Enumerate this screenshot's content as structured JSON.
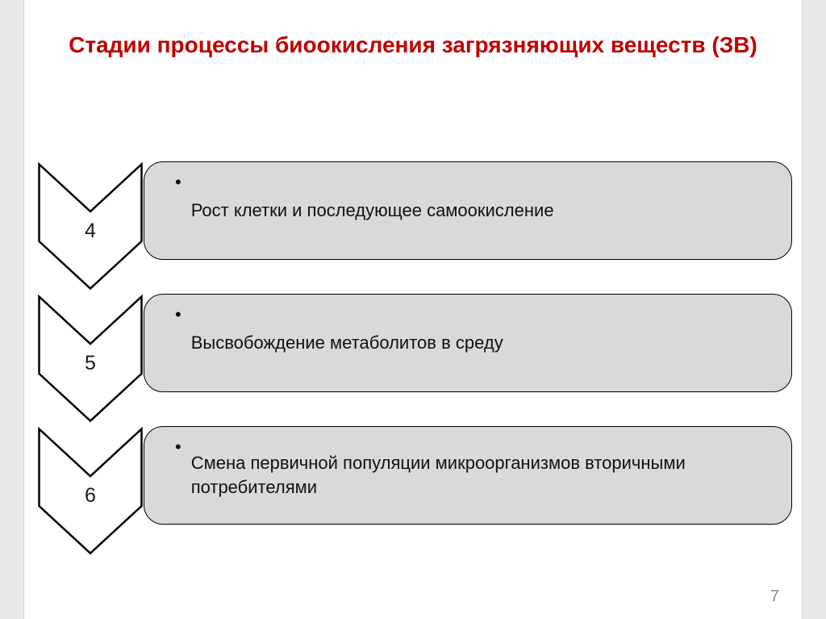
{
  "slide": {
    "title": "Стадии процессы биоокисления загрязняющих веществ (ЗВ)",
    "bullet": "•",
    "page_number": "7",
    "colors": {
      "title": "#c00000",
      "box_fill": "#d9d9d9",
      "box_border": "#000000",
      "chevron_fill": "#ffffff",
      "chevron_border": "#000000",
      "page_number": "#898989",
      "margin_strip": "#e8e8e8"
    },
    "stages": [
      {
        "number": "4",
        "text": "Рост клетки и последующее самоокисление"
      },
      {
        "number": "5",
        "text": "Высвобождение метаболитов в среду"
      },
      {
        "number": "6",
        "text": "Смена первичной популяции микроорганизмов вторичными потребителями"
      }
    ]
  }
}
